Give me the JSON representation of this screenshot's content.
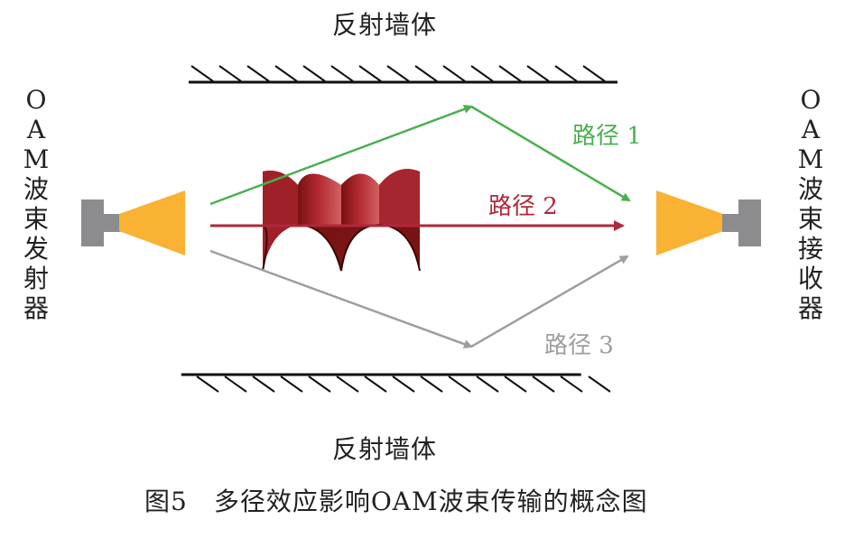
{
  "walls": {
    "top_label": "反射墙体",
    "bottom_label": "反射墙体"
  },
  "transmitter": {
    "label_chars": [
      "O",
      "A",
      "M",
      "波",
      "束",
      "发",
      "射",
      "器"
    ]
  },
  "receiver": {
    "label_chars": [
      "O",
      "A",
      "M",
      "波",
      "束",
      "接",
      "收",
      "器"
    ]
  },
  "paths": [
    {
      "label": "路径 1",
      "color": "#4caf50"
    },
    {
      "label": "路径 2",
      "color": "#b0283a"
    },
    {
      "label": "路径 3",
      "color": "#9e9e9e"
    }
  ],
  "colors": {
    "horn": "#f9b233",
    "mount": "#8c8c8e",
    "beam": "#8b1a1a"
  },
  "caption": "图5　多径效应影响OAM波束传输的概念图"
}
